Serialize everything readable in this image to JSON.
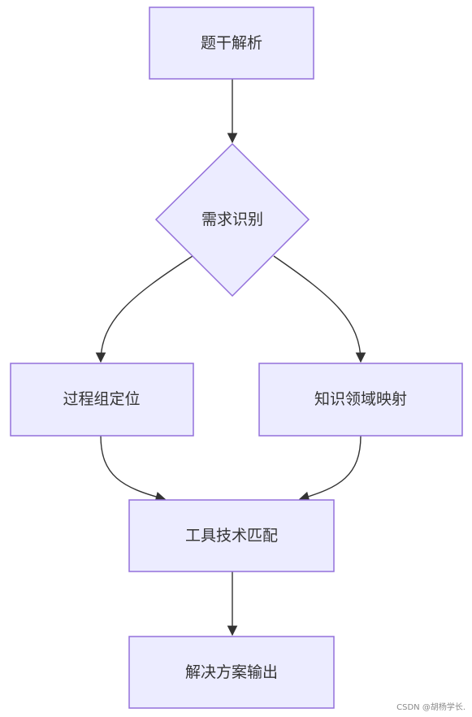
{
  "colors": {
    "node_fill": "#ECECFF",
    "node_stroke": "#9370DB",
    "edge": "#333333",
    "text": "#333333"
  },
  "nodes": {
    "stem": "题干解析",
    "need": "需求识别",
    "process": "过程组定位",
    "knowledge": "知识领域映射",
    "tools": "工具技术匹配",
    "output": "解决方案输出"
  },
  "watermark": "CSDN @胡杨学长."
}
